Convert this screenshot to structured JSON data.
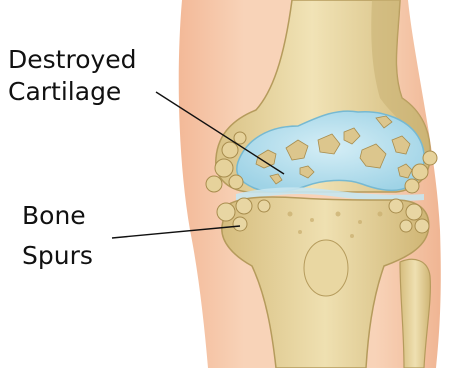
{
  "labels": {
    "cartilage_line1": "Destroyed",
    "cartilage_line2": "Cartilage",
    "spurs_line1": "Bone",
    "spurs_line2": "Spurs"
  },
  "colors": {
    "skin": "#f6c9aa",
    "skin_shadow": "#e8a989",
    "bone": "#ead9a6",
    "bone_shadow": "#c7ad6d",
    "bone_dark": "#9d8447",
    "cartilage": "#b8e0ee",
    "cartilage_edge": "#7cc0d8",
    "label_line": "#111111"
  }
}
